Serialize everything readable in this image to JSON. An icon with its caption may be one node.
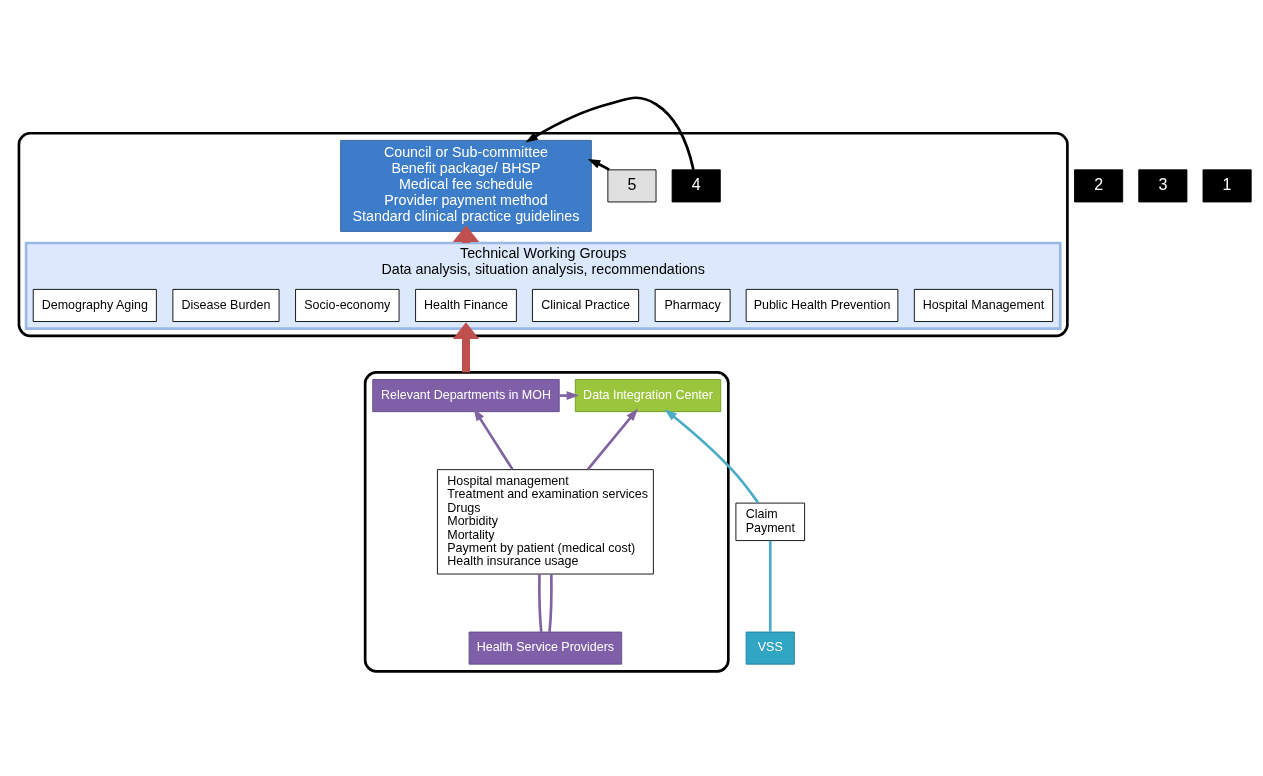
{
  "diagram": {
    "nodes": [
      {
        "text": [],
        "shape": "box"
      },
      {
        "text": [
          "Council or Sub-committee",
          "Benefit package/ BHSP",
          "Medical fee schedule",
          "Provider payment method",
          "Standard clinical practice guidelines"
        ],
        "in": 0
      },
      {
        "text": [
          "Technical Working Groups",
          "Data analysis, situation analysis, recommendations"
        ],
        "in": 0
      },
      {
        "text": [
          "Demography Aging"
        ],
        "in": 2
      },
      {
        "text": [
          "Disease Burden"
        ],
        "in": 2
      },
      {
        "text": [
          "Socio-economy"
        ],
        "in": 2
      },
      {
        "text": [
          "Health Finance"
        ],
        "in": 2
      },
      {
        "text": [
          "Clinical Practice"
        ],
        "in": 2
      },
      {
        "text": [
          "Pharmacy"
        ],
        "in": 2
      },
      {
        "text": [
          "Public Health Prevention"
        ],
        "in": 2
      },
      {
        "text": [
          "Hospital Management"
        ],
        "in": 2
      },
      {
        "text": [
          "5"
        ],
        "in": 0
      },
      {
        "text": [
          "4"
        ],
        "in": 0
      },
      {
        "text": [
          "2"
        ]
      },
      {
        "text": [
          "3"
        ]
      },
      {
        "text": [],
        "shape": "box"
      },
      {
        "text": [
          "Relevant Departments in MOH"
        ],
        "in": 15
      },
      {
        "text": [
          "Data Integration Center"
        ],
        "in": 15
      },
      {
        "text": [
          "Hospital management",
          "Treatment and examination services",
          "Drugs",
          "Morbidity",
          "Mortality",
          "Payment by patient (medical cost)",
          "Health insurance usage"
        ],
        "in": 15
      },
      {
        "text": [
          "Health Service Providers"
        ],
        "in": 15
      },
      {
        "text": [
          "1"
        ]
      },
      {
        "text": [
          "Claim",
          "Payment"
        ]
      },
      {
        "text": [
          "VSS"
        ]
      }
    ],
    "edges": [
      {
        "from": 2,
        "to": 1,
        "arrow": "to",
        "style": "thick",
        "color": "#c0504d"
      },
      {
        "from": 11,
        "to": 1,
        "arrow": "to",
        "color": "#000000"
      },
      {
        "from": 12,
        "to": 1,
        "arrow": "to",
        "color": "#000000"
      },
      {
        "from": 15,
        "to": 2,
        "arrow": "to",
        "style": "thick",
        "color": "#c0504d"
      },
      {
        "from": 16,
        "to": 17,
        "arrow": "to"
      },
      {
        "from": 19,
        "to": 18,
        "arrow": "none"
      },
      {
        "from": 19,
        "to": 18,
        "arrow": "none"
      },
      {
        "from": 18,
        "to": 16,
        "arrow": "to"
      },
      {
        "from": 18,
        "to": 17,
        "arrow": "to"
      },
      {
        "from": 22,
        "to": 21,
        "arrow": "none",
        "color": "#4bacc6"
      },
      {
        "from": 21,
        "to": 17,
        "arrow": "to",
        "color": "#4bacc6"
      }
    ]
  }
}
